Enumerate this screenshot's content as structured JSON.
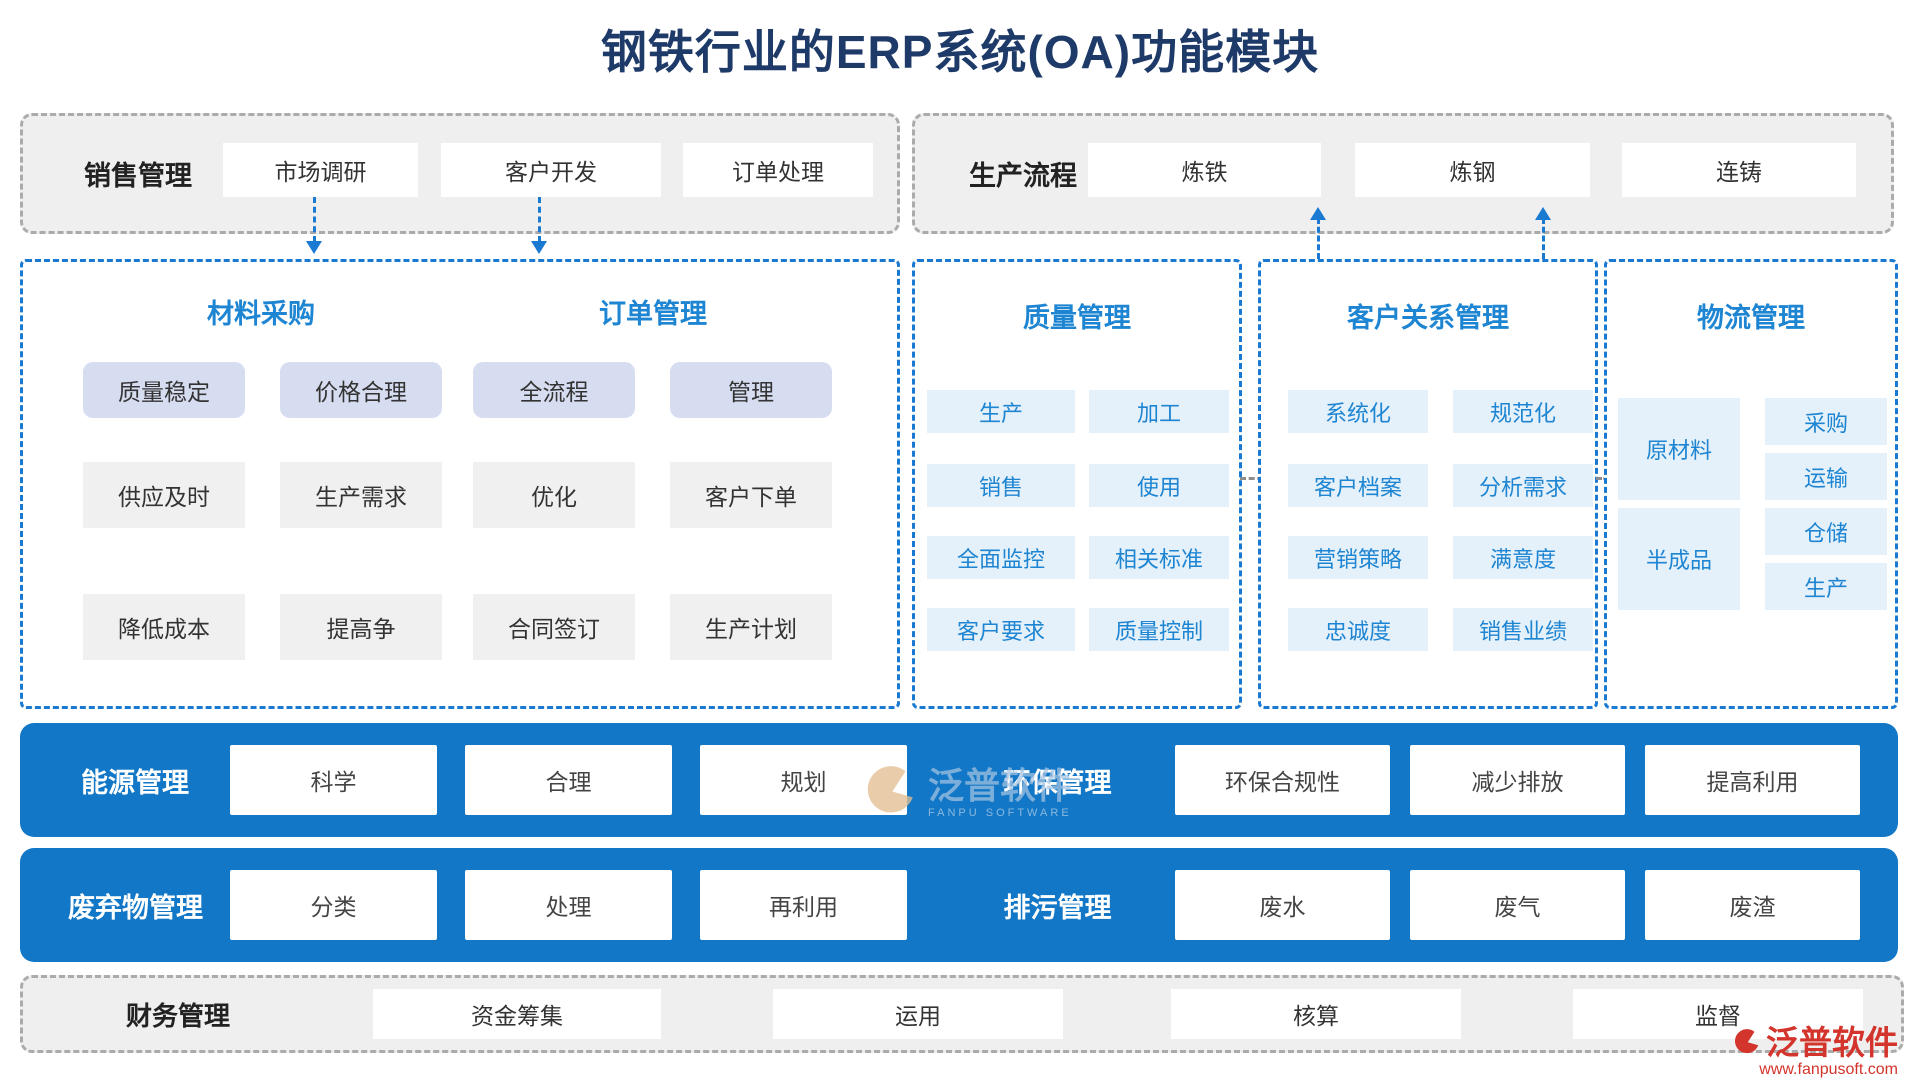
{
  "title": "钢铁行业的ERP系统(OA)功能模块",
  "sales": {
    "label": "销售管理",
    "items": [
      "市场调研",
      "客户开发",
      "订单处理"
    ]
  },
  "production_flow": {
    "label": "生产流程",
    "items": [
      "炼铁",
      "炼钢",
      "连铸"
    ]
  },
  "procurement": {
    "title_left": "材料采购",
    "title_right": "订单管理",
    "row1": [
      "质量稳定",
      "价格合理",
      "全流程",
      "管理"
    ],
    "row2": [
      "供应及时",
      "生产需求",
      "优化",
      "客户下单"
    ],
    "row3": [
      "降低成本",
      "提高争",
      "合同签订",
      "生产计划"
    ]
  },
  "quality": {
    "title": "质量管理",
    "items": [
      "生产",
      "加工",
      "销售",
      "使用",
      "全面监控",
      "相关标准",
      "客户要求",
      "质量控制"
    ]
  },
  "crm": {
    "title": "客户关系管理",
    "items": [
      "系统化",
      "规范化",
      "客户档案",
      "分析需求",
      "营销策略",
      "满意度",
      "忠诚度",
      "销售业绩"
    ]
  },
  "logistics": {
    "title": "物流管理",
    "left_items": [
      "原材料",
      "半成品"
    ],
    "right_items": [
      "采购",
      "运输",
      "仓储",
      "生产"
    ]
  },
  "energy": {
    "label": "能源管理",
    "items": [
      "科学",
      "合理",
      "规划"
    ]
  },
  "environment": {
    "label": "环保管理",
    "items": [
      "环保合规性",
      "减少排放",
      "提高利用"
    ]
  },
  "waste": {
    "label": "废弃物管理",
    "items": [
      "分类",
      "处理",
      "再利用"
    ]
  },
  "discharge": {
    "label": "排污管理",
    "items": [
      "废水",
      "废气",
      "废渣"
    ]
  },
  "finance": {
    "label": "财务管理",
    "items": [
      "资金筹集",
      "运用",
      "核算",
      "监督"
    ]
  },
  "watermark": {
    "text": "泛普软件",
    "subtext": "FANPU SOFTWARE"
  },
  "logo": {
    "text": "泛普软件",
    "url": "www.fanpusoft.com"
  },
  "colors": {
    "accent_blue": "#1A7AD2",
    "bar_blue": "#1277C6",
    "title_navy": "#1E3A68",
    "logo_red": "#D3342B",
    "periwinkle": "#D7DDF0",
    "light_blue_item": "#E4F0FA",
    "gray_section": "#EFEFEF"
  }
}
